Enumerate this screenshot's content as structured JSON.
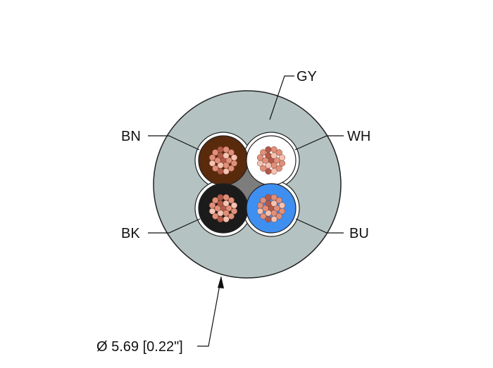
{
  "labels": {
    "gy": "GY",
    "bn": "BN",
    "wh": "WH",
    "bk": "BK",
    "bu": "BU",
    "diameter": "Ø 5.69 [0.22\"]"
  },
  "colors": {
    "jacket": "#b4c2c2",
    "filler": "#7d7d7d",
    "bn": "#5a2a0c",
    "wh": "#ffffff",
    "bk": "#1b1b1b",
    "bu": "#3f8ff0",
    "copper": "#e0907a",
    "copper_dark": "#b25a4a",
    "copper_light": "#f4c2b0",
    "outline": "#222222"
  }
}
